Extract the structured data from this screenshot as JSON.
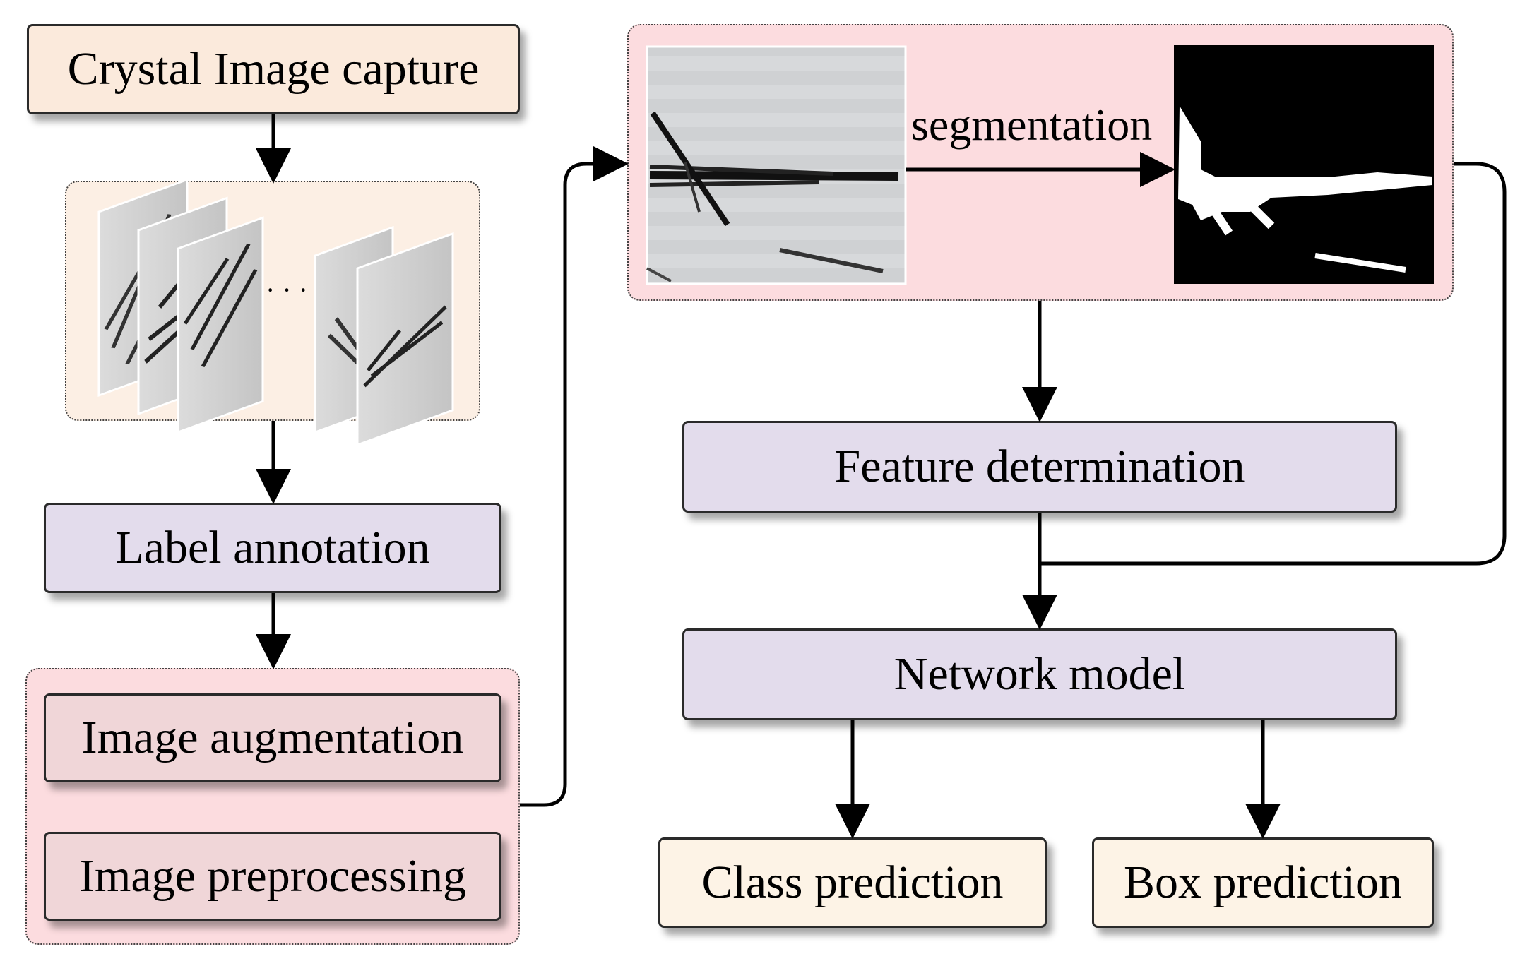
{
  "nodes": {
    "crystal_capture": "Crystal Image capture",
    "label_annotation": "Label annotation",
    "image_augmentation": "Image augmentation",
    "image_preprocessing": "Image preprocessing",
    "feature_determination": "Feature determination",
    "network_model": "Network model",
    "class_prediction": "Class prediction",
    "box_prediction": "Box prediction"
  },
  "edges": {
    "segmentation_label": "segmentation",
    "stack_ellipsis": "· · ·"
  },
  "colors": {
    "peach": "#fbeadc",
    "lavender": "#e3dcec",
    "pink_group": "#fcdcdf",
    "cream": "#fdf3e6",
    "stroke": "#000000"
  }
}
